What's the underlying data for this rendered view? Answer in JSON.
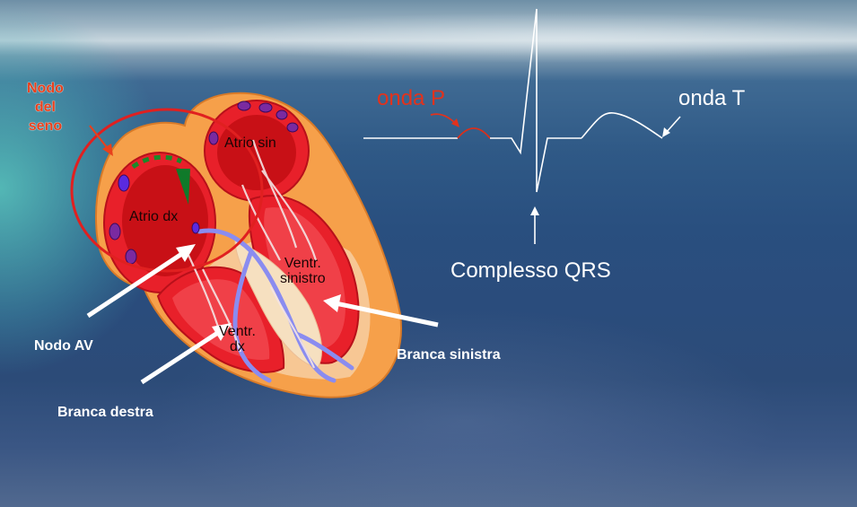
{
  "labels": {
    "nodo_seno": [
      "Nodo",
      "del",
      "seno"
    ],
    "atrio_sin": "Atrio sin",
    "atrio_dx": "Atrio dx",
    "ventr_sinistro": [
      "Ventr.",
      "sinistro"
    ],
    "ventr_dx": [
      "Ventr.",
      "dx"
    ],
    "nodo_av": "Nodo AV",
    "branca_destra": "Branca destra",
    "branca_sinistra": "Branca sinistra",
    "onda_p": "onda P",
    "onda_t": "onda T",
    "complesso_qrs": "Complesso QRS"
  },
  "colors": {
    "red_label": "#e2321c",
    "white_text": "#ffffff",
    "heart_outer": "#f6a04a",
    "heart_muscle": "#e8202a",
    "conduction": "#8a8cf0",
    "sinus_circle": "#e02020"
  }
}
